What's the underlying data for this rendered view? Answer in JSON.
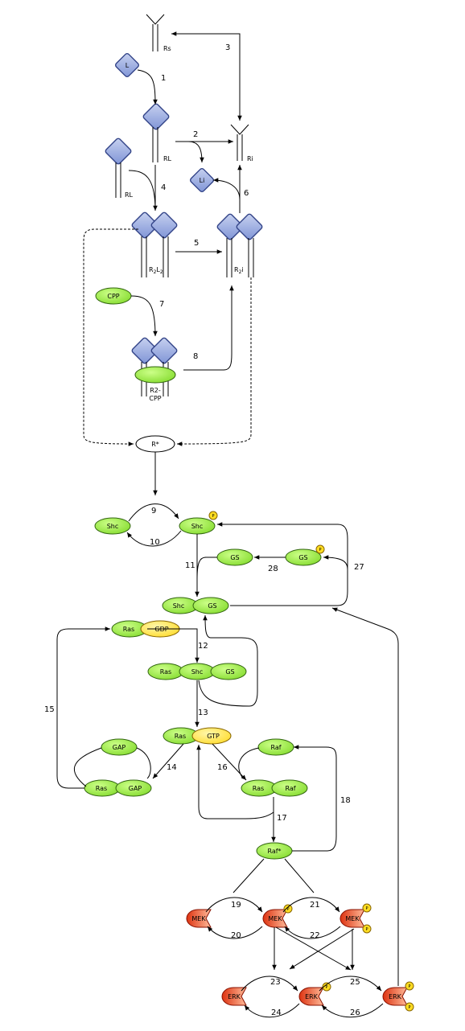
{
  "colors": {
    "green": "#99ee44",
    "yellow": "#ffee55",
    "orange": "#ee6633",
    "blue": "#99aae0",
    "phosphate": "#ffdd22"
  },
  "receptors": {
    "rs": "Rs",
    "ri": "Ri",
    "rl_top": "RL",
    "rl_left": "RL",
    "r2l2_r": "R",
    "r2l2_sub2a": "2",
    "r2l2_l": "L",
    "r2l2_sub2b": "2",
    "r2i_r": "R",
    "r2i_sub2": "2",
    "r2i_i": "i",
    "r2cpp_line1": "R2-",
    "r2cpp_line2": "CPP"
  },
  "ligands": {
    "l": "L",
    "li": "Li"
  },
  "nodes": {
    "cpp": "CPP",
    "rstar": "R*",
    "shc": "Shc",
    "shc_p": "Shc",
    "gs_free": "GS",
    "gs_p": "GS",
    "shcgs_shc": "Shc",
    "shcgs_gs": "GS",
    "rasgdp_ras": "Ras",
    "rasgdp_gdp": "GDP",
    "rsg_ras": "Ras",
    "rsg_shc": "Shc",
    "rsg_gs": "GS",
    "rasgtp_ras": "Ras",
    "rasgtp_gtp": "GTP",
    "gap": "GAP",
    "rasgap_ras": "Ras",
    "rasgap_gap": "GAP",
    "raf": "Raf",
    "rasraf_ras": "Ras",
    "rasraf_raf": "Raf",
    "rafstar": "Raf*",
    "mek0": "MEK",
    "mek1": "MEK",
    "mek2": "MEK",
    "erk0": "ERK",
    "erk1": "ERK",
    "erk2": "ERK",
    "phospho_marker": "P"
  },
  "reactions": {
    "r1": "1",
    "r2": "2",
    "r3": "3",
    "r4": "4",
    "r5": "5",
    "r6": "6",
    "r7": "7",
    "r8": "8",
    "r9": "9",
    "r10": "10",
    "r11": "11",
    "r12": "12",
    "r13": "13",
    "r14": "14",
    "r15": "15",
    "r16": "16",
    "r17": "17",
    "r18": "18",
    "r19": "19",
    "r20": "20",
    "r21": "21",
    "r22": "22",
    "r23": "23",
    "r24": "24",
    "r25": "25",
    "r26": "26",
    "r27": "27",
    "r28": "28"
  }
}
